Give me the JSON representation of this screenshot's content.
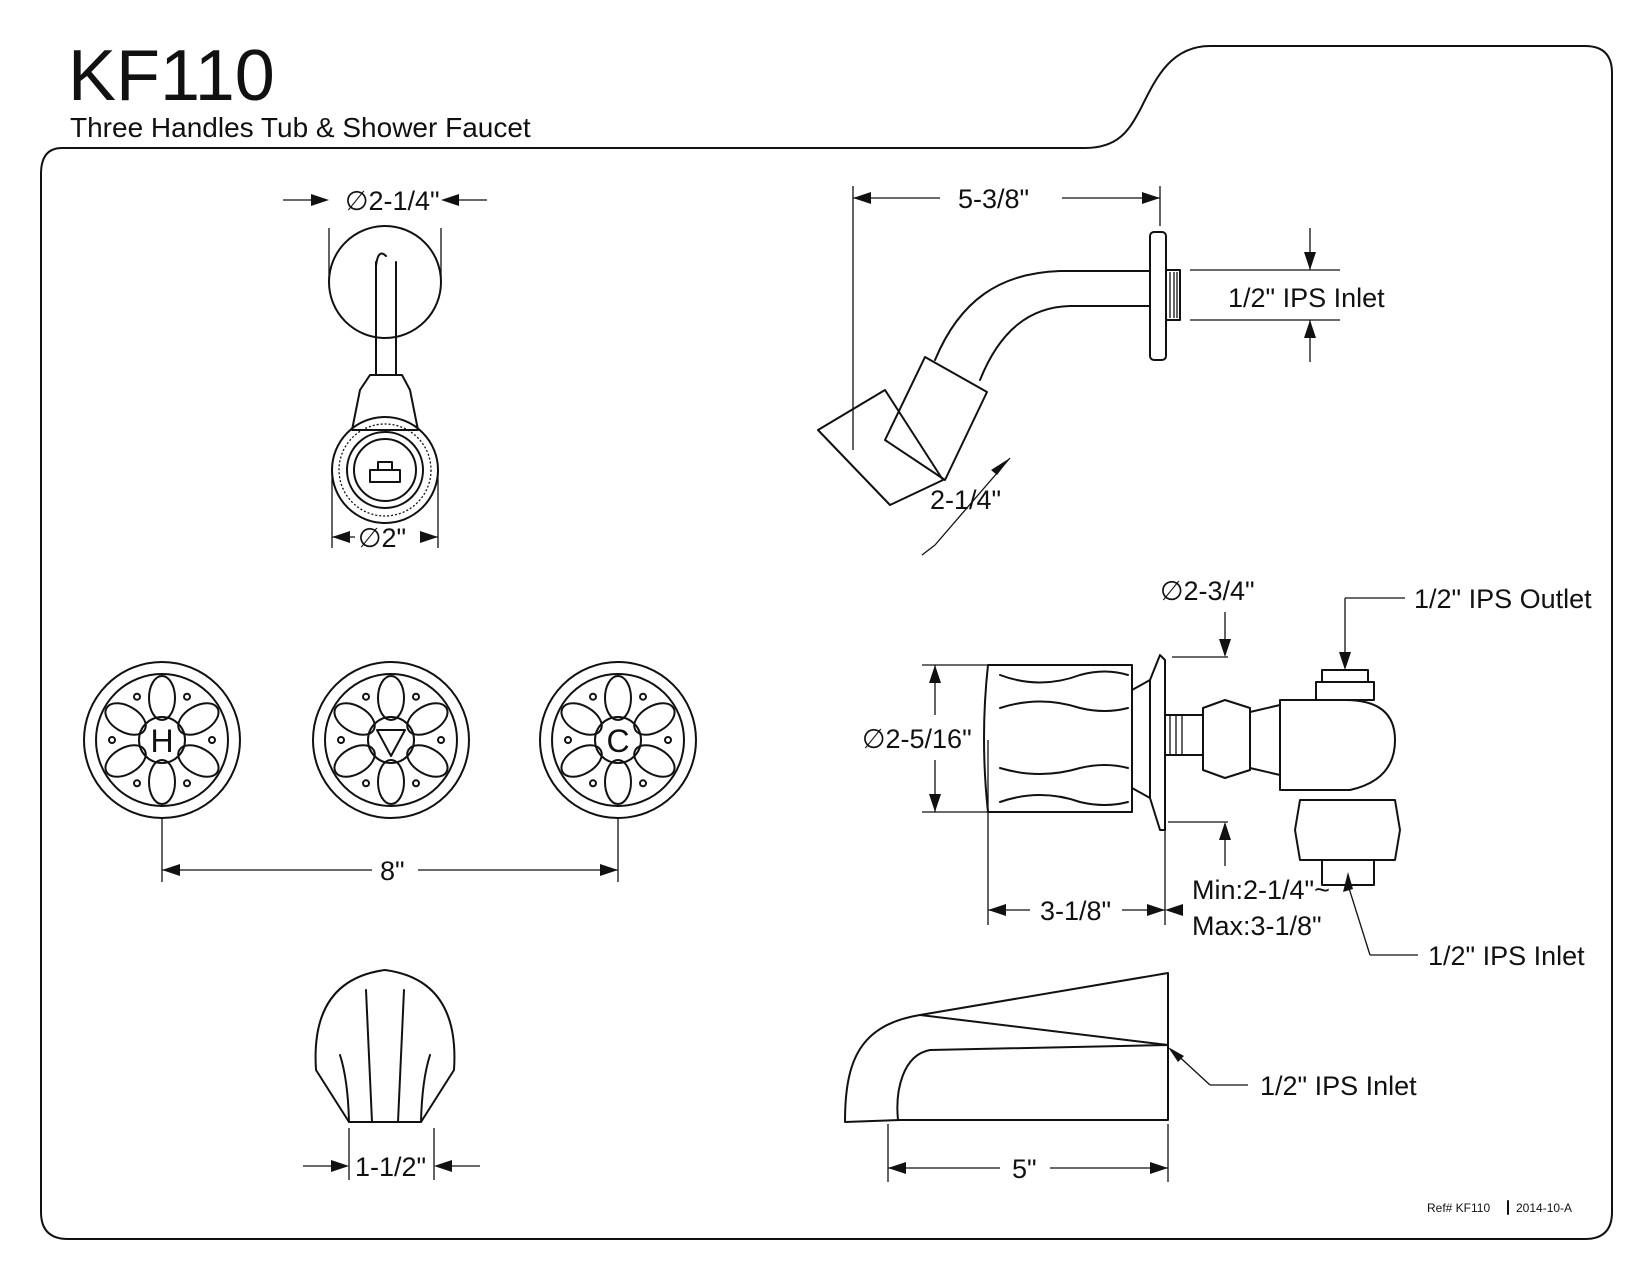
{
  "header": {
    "model": "KF110",
    "subtitle": "Three Handles Tub & Shower Faucet"
  },
  "dimensions": {
    "flange_diameter": "∅2-1/4\"",
    "head_diameter": "∅2\"",
    "arm_projection": "5-3/8\"",
    "head_length": "2-1/4\"",
    "shower_inlet": "1/2\" IPS Inlet",
    "escutcheon_diameter": "∅2-3/4\"",
    "handle_diameter": "∅2-5/16\"",
    "handle_projection": "3-1/8\"",
    "valve_depth_min": "Min:2-1/4\"~",
    "valve_depth_max": "Max:3-1/8\"",
    "valve_outlet": "1/2\" IPS Outlet",
    "valve_inlet": "1/2\" IPS Inlet",
    "handle_spacing": "8\"",
    "spout_width": "1-1/2\"",
    "spout_inlet": "1/2\" IPS Inlet",
    "spout_length": "5\""
  },
  "handles": [
    {
      "label": "H"
    },
    {
      "label": ""
    },
    {
      "label": "C"
    }
  ],
  "footer": {
    "ref": "Ref# KF110",
    "revision": "2014-10-A"
  }
}
